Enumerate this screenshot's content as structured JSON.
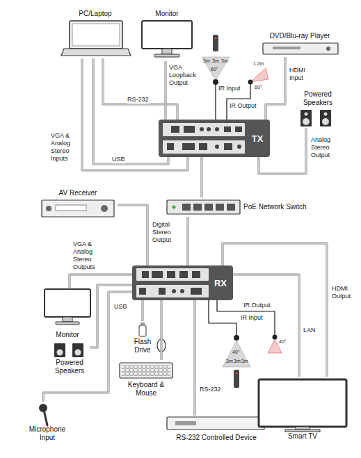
{
  "diagram": {
    "nodes": [
      {
        "text": [
          "PC/Laptop"
        ]
      },
      {
        "text": [
          "Monitor"
        ]
      },
      {
        "text": [
          "DVD/Blu-ray Player"
        ]
      },
      {
        "text": [
          "Powered Speakers"
        ]
      },
      {
        "text": [
          "TX"
        ]
      },
      {
        "text": [
          "AV Receiver"
        ]
      },
      {
        "text": [
          "PoE Network Switch"
        ]
      },
      {
        "text": [
          "RX"
        ]
      },
      {
        "text": [
          "Monitor"
        ]
      },
      {
        "text": [
          "Powered Speakers"
        ]
      },
      {
        "text": [
          "Flash Drive"
        ]
      },
      {
        "text": [
          "Keyboard & Mouse"
        ]
      },
      {
        "text": [
          "Microphone Input"
        ]
      },
      {
        "text": [
          "RS-232 Controlled Device"
        ]
      },
      {
        "text": [
          "Smart TV"
        ]
      }
    ],
    "edges": [
      {
        "from": 0,
        "to": 4,
        "label": "RS-232",
        "arrow": "none"
      },
      {
        "from": 4,
        "to": 1,
        "label": "VGA Loopback Output",
        "arrow": "none"
      },
      {
        "from": 0,
        "to": 4,
        "label": "VGA & Analog Stereo Inputs",
        "arrow": "none"
      },
      {
        "from": 0,
        "to": 4,
        "label": "USB",
        "arrow": "none"
      },
      {
        "from": 2,
        "to": 4,
        "label": "HDMI Input",
        "arrow": "none"
      },
      {
        "from": 4,
        "to": 3,
        "label": "Analog Stereo Output",
        "arrow": "none"
      },
      {
        "from": 4,
        "to": 6,
        "arrow": "none"
      },
      {
        "from": 6,
        "to": 7,
        "arrow": "none"
      },
      {
        "from": 7,
        "to": 5,
        "label": "Digital Stereo Output",
        "arrow": "none"
      },
      {
        "from": 7,
        "to": 8,
        "label": "VGA & Analog Stereo Outputs",
        "arrow": "none"
      },
      {
        "from": 7,
        "to": 9,
        "arrow": "none"
      },
      {
        "from": 7,
        "to": 10,
        "label": "USB",
        "arrow": "none"
      },
      {
        "from": 7,
        "to": 11,
        "arrow": "none"
      },
      {
        "from": 12,
        "to": 7,
        "arrow": "none"
      },
      {
        "from": 7,
        "to": 13,
        "label": "RS-232",
        "arrow": "none"
      },
      {
        "from": 7,
        "to": 14,
        "label": "HDMI Output",
        "arrow": "none"
      },
      {
        "from": 7,
        "to": 14,
        "label": "LAN",
        "arrow": "none"
      }
    ],
    "labels": [
      "IR Input",
      "IR Output",
      "3m",
      "3m",
      "3m",
      "60°",
      "1.2m",
      "60°",
      "IR Output",
      "IR Input",
      "3m",
      "3m",
      "3m",
      "40°",
      "40°"
    ]
  }
}
